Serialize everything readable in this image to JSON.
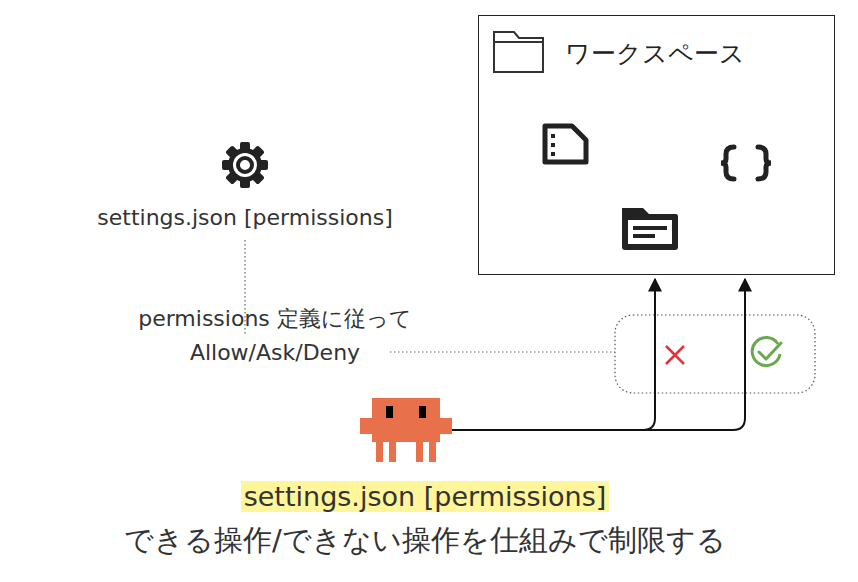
{
  "diagram": {
    "caption": "できる操作/できない操作を仕組みで制限する",
    "nodes": [
      {
        "text": [
          "ワークスペース"
        ]
      }
    ],
    "labels": [
      "settings.json [permissions]",
      "permissions 定義に従って Allow/Ask/Deny",
      "settings.json [permissions]"
    ]
  }
}
